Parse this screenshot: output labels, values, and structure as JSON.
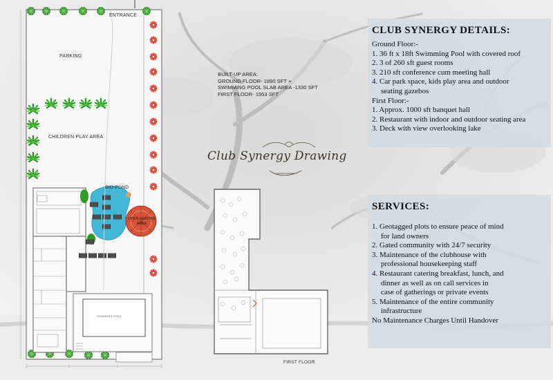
{
  "site": {
    "entrance": "ENTRANCE",
    "parking": "PARKING",
    "children_play_area": "CHILDREN PLAY AREA",
    "bio_pond": "BIO-POND",
    "open_seating_area": "OPEN SEATING AREA",
    "swimming_pool": "SWIMMING POOL",
    "first_floor": "FIRST FLOOR"
  },
  "built_up": {
    "heading": "BUILT-UP AREA:",
    "ground": "GROUND FLOOR- 1890 SFT +",
    "pool": "SWIMMING POOL SLAB AREA -1330 SFT",
    "first": "FIRST FLOOR- 1953 SFT"
  },
  "title": "Club Synergy Drawing",
  "details": {
    "heading": "CLUB SYNERGY DETAILS:",
    "ground_label": "Ground Floor:-",
    "ground_items": [
      "1. 36 ft x 18ft Swimming Pool with covered roof",
      "2. 3 of 260 sft guest rooms",
      "3. 210 sft conference cum meeting hall",
      "4. Car park space, kids play area and outdoor",
      "seating gazebos"
    ],
    "first_label": "First Floor:-",
    "first_items": [
      "1. Approx. 1000 sft banquet hall",
      "2. Restaurant with indoor and outdoor seating area",
      "3. Deck with view overlooking lake"
    ]
  },
  "services": {
    "heading": "SERVICES:",
    "items": [
      "1. Geotagged plots to ensure peace of mind",
      "for land owners",
      "2. Gated community with 24/7 security",
      "3. Maintenance of the clubhouse with",
      "professional housekeeping staff",
      "4. Restaurant catering breakfast, lunch, and",
      "dinner as well as on call services in",
      "case of gatherings or private events",
      "5. Maintenance of the entire community",
      "infrastructure"
    ],
    "footer": "No Maintenance Charges Until Handover"
  },
  "colors": {
    "panel": "#d2dbe4",
    "pond": "#45b7d6",
    "seating": "#d9533a",
    "palm": "#2f9a2a",
    "flower": "#d2403a",
    "wall": "#777777",
    "title": "#3d3326"
  }
}
